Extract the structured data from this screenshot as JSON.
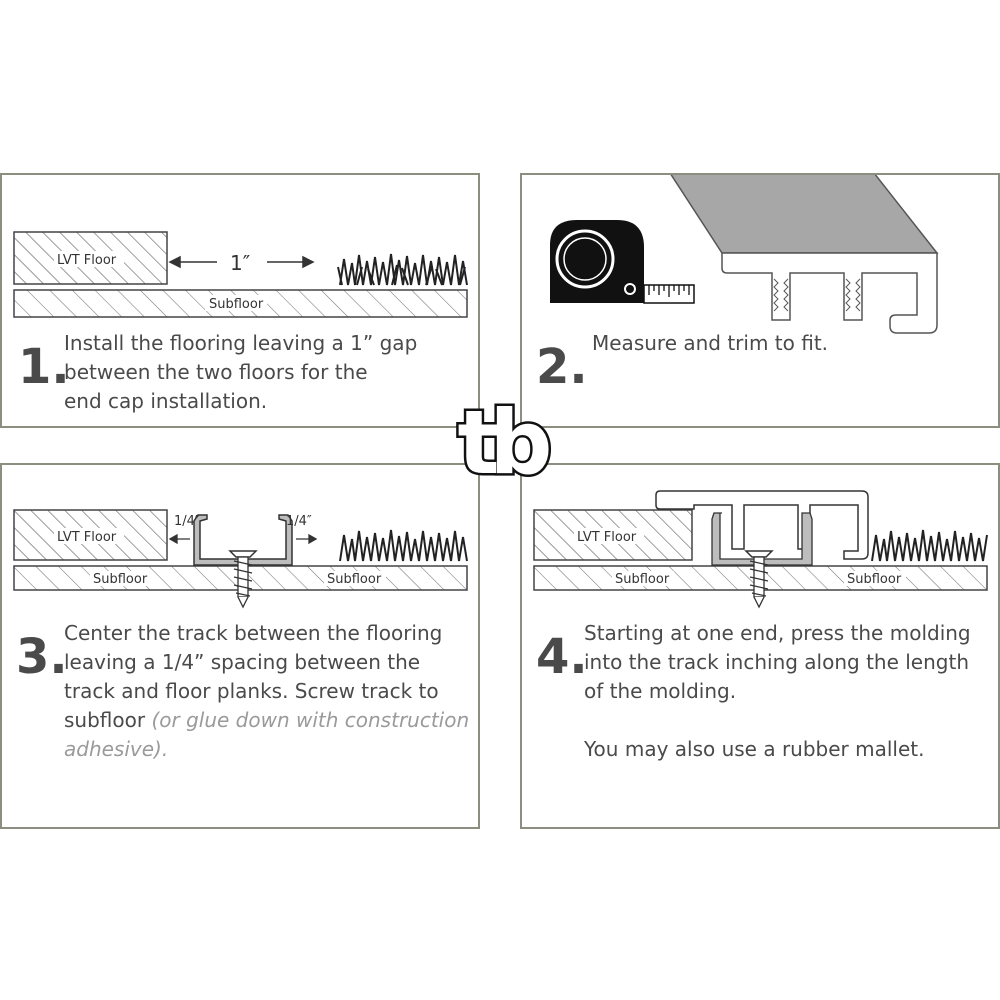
{
  "logo": {
    "text": "tb"
  },
  "steps": [
    {
      "number": "1",
      "lines": [
        "Install the flooring leaving a 1” gap",
        "between the two floors for the",
        "end cap installation."
      ],
      "labels": {
        "lvt": "LVT Floor",
        "gap": "1″",
        "subfloor": "Subfloor"
      }
    },
    {
      "number": "2",
      "lines": [
        "Measure and trim to fit."
      ]
    },
    {
      "number": "3",
      "lines": [
        "Center the track between the flooring",
        "leaving a 1/4” spacing between the",
        "track and floor planks. Screw track to"
      ],
      "last_line_plain": "subfloor ",
      "last_line_muted": "(or glue down with construction",
      "muted_line": "adhesive)",
      "muted_line_end": ".",
      "labels": {
        "lvt": "LVT Floor",
        "subfloor_left": "Subfloor",
        "subfloor_right": "Subfloor",
        "quarter_left": "1/4″",
        "quarter_right": "1/4″"
      }
    },
    {
      "number": "4",
      "lines": [
        "Starting at one end, press the molding",
        "into the track inching along the length",
        "of the molding."
      ],
      "extra": "You may also use a rubber mallet.",
      "labels": {
        "lvt": "LVT Floor",
        "subfloor_left": "Subfloor",
        "subfloor_right": "Subfloor"
      }
    }
  ]
}
